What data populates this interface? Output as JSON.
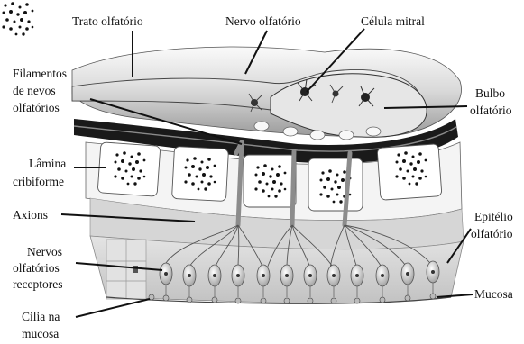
{
  "labels": {
    "trato": "Trato olfatório",
    "nervo": "Nervo olfatório",
    "celula_mitral": "Célula mitral",
    "filamentos_1": "Filamentos",
    "filamentos_2": "de nevos",
    "filamentos_3": "olfatórios",
    "bulbo_1": "Bulbo",
    "bulbo_2": "olfatório",
    "lamina_1": "Lâmina",
    "lamina_2": "cribiforme",
    "axions": "Axions",
    "epitelio_1": "Epitélio",
    "epitelio_2": "olfatório",
    "nervos_rec_1": "Nervos",
    "nervos_rec_2": "olfatórios",
    "nervos_rec_3": "receptores",
    "mucosa": "Mucosa",
    "cilia_1": "Cilia na",
    "cilia_2": "mucosa"
  },
  "colors": {
    "line": "#111111",
    "bone": "#f4f4f4",
    "dark_layer": "#1a1a1a",
    "tissue": "#d9d9d9",
    "tissue_dark": "#b5b5b5"
  }
}
